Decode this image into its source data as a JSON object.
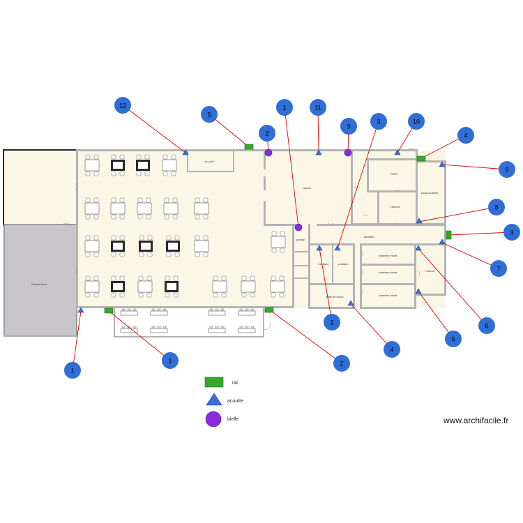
{
  "rooms": {
    "ranked_land": "Ronald land",
    "ee_cafe": "ee-café",
    "cuisine": "cuisine",
    "tdet": "TDET",
    "reserve_top": "réserve",
    "local_poubelle": "local poubelle",
    "plonge": "plonge",
    "sanitaire": "sanitaire",
    "vestiaire_1": "vestiaire",
    "vestiaire_2": "vestiaire",
    "salle_de_repos": "salle de repos",
    "chambre_froide_1": "chambre froide",
    "chambre_froide_2": "chambre froide",
    "chambre_froide_3": "chambre froide",
    "reserve_right": "réserve"
  },
  "callouts": [
    "12",
    "5",
    "1",
    "2",
    "11",
    "3",
    "3",
    "10",
    "4",
    "9",
    "8",
    "3",
    "7",
    "6",
    "5",
    "4",
    "2",
    "2",
    "1",
    "1"
  ],
  "legend": {
    "rai": "rai",
    "acoutte": "acoutte",
    "bielle": "bielle"
  },
  "colors": {
    "floor": "#fbf7e6",
    "wall": "#b3b3b3",
    "callout": "#2f6ed6",
    "line": "#e00000",
    "rai": "#37a82a",
    "acoutte": "#3b6fd6",
    "bielle": "#8a2be2"
  },
  "watermark": "www.archifacile.fr"
}
